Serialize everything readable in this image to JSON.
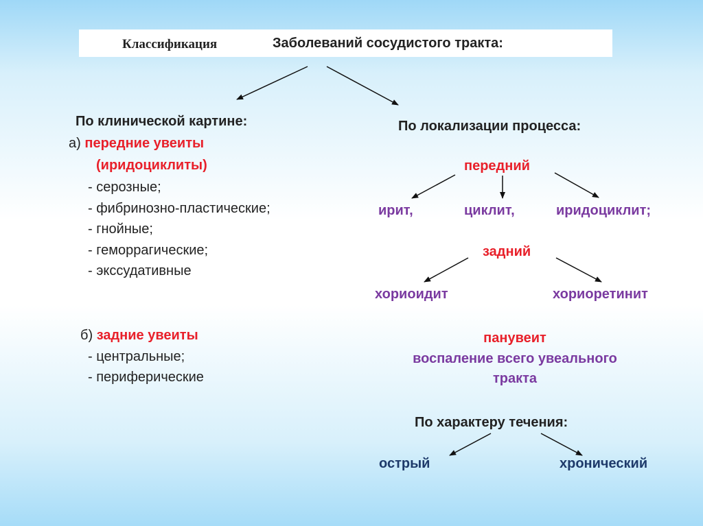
{
  "title": {
    "part1": "Классификация",
    "part2": "Заболеваний сосудистого тракта:"
  },
  "clinical": {
    "heading": "По клинической картине:",
    "a_prefix": "а)",
    "a_label": "передние  увеиты",
    "a_sub": "(иридоциклиты)",
    "a_items": [
      "- серозные;",
      "- фибринозно-пластические;",
      "- гнойные;",
      "- геморрагические;",
      "- экссудативные"
    ],
    "b_prefix": "б)",
    "b_label": "задние увеиты",
    "b_items": [
      "- центральные;",
      "- периферические"
    ]
  },
  "localization": {
    "heading": "По локализации процесса:",
    "anterior": "передний",
    "anterior_children": [
      "ирит,",
      "циклит,",
      "иридоциклит;"
    ],
    "posterior": "задний",
    "posterior_children": [
      "хориоидит",
      "хориоретинит"
    ],
    "panuveitis": "панувеит",
    "panuveitis_desc_1": "воспаление всего увеального",
    "panuveitis_desc_2": "тракта"
  },
  "course": {
    "heading": "По характеру течения:",
    "children": [
      "острый",
      "хронический"
    ]
  },
  "colors": {
    "red": "#e8202a",
    "purple": "#7a3aa0",
    "navy": "#1e3a6a"
  }
}
